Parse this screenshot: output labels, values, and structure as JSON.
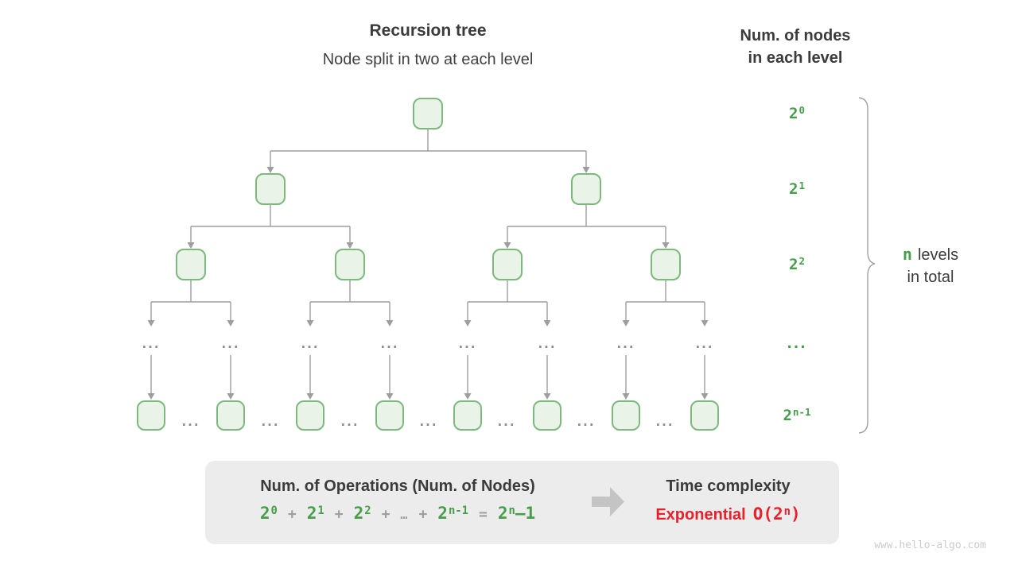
{
  "header": {
    "title": "Recursion tree",
    "subtitle": "Node split in two at each level"
  },
  "right_header": {
    "line1": "Num. of nodes",
    "line2": "in each level"
  },
  "ellipsis": "...",
  "levels": [
    {
      "base": "2",
      "exp": "0"
    },
    {
      "base": "2",
      "exp": "1"
    },
    {
      "base": "2",
      "exp": "2"
    },
    {
      "label": "..."
    },
    {
      "base": "2",
      "exp": "n-1"
    }
  ],
  "brace_label": {
    "n": "n",
    "rest": "levels",
    "line2": "in total"
  },
  "summary": {
    "operations_title": "Num. of Operations (Num. of Nodes)",
    "formula": {
      "terms": [
        {
          "base": "2",
          "exp": "0"
        },
        {
          "base": "2",
          "exp": "1"
        },
        {
          "base": "2",
          "exp": "2"
        },
        {
          "base": "2",
          "exp": "n-1"
        }
      ],
      "plus": "+",
      "dots": "…",
      "equals": "=",
      "result": {
        "base": "2",
        "exp": "n",
        "suffix": "–1"
      }
    },
    "time_title": "Time complexity",
    "complexity": {
      "name": "Exponential",
      "o_prefix": "O(2",
      "exp": "n",
      "o_suffix": ")"
    }
  },
  "watermark": "www.hello-algo.com",
  "colors": {
    "green_text": "#479e4a",
    "node_fill": "#eaf3e7",
    "node_border": "#7db87d",
    "connector_gray": "#9e9e9e",
    "red": "#e8212b",
    "dark_text": "#3b3b3b",
    "box_bg": "#ececec"
  }
}
